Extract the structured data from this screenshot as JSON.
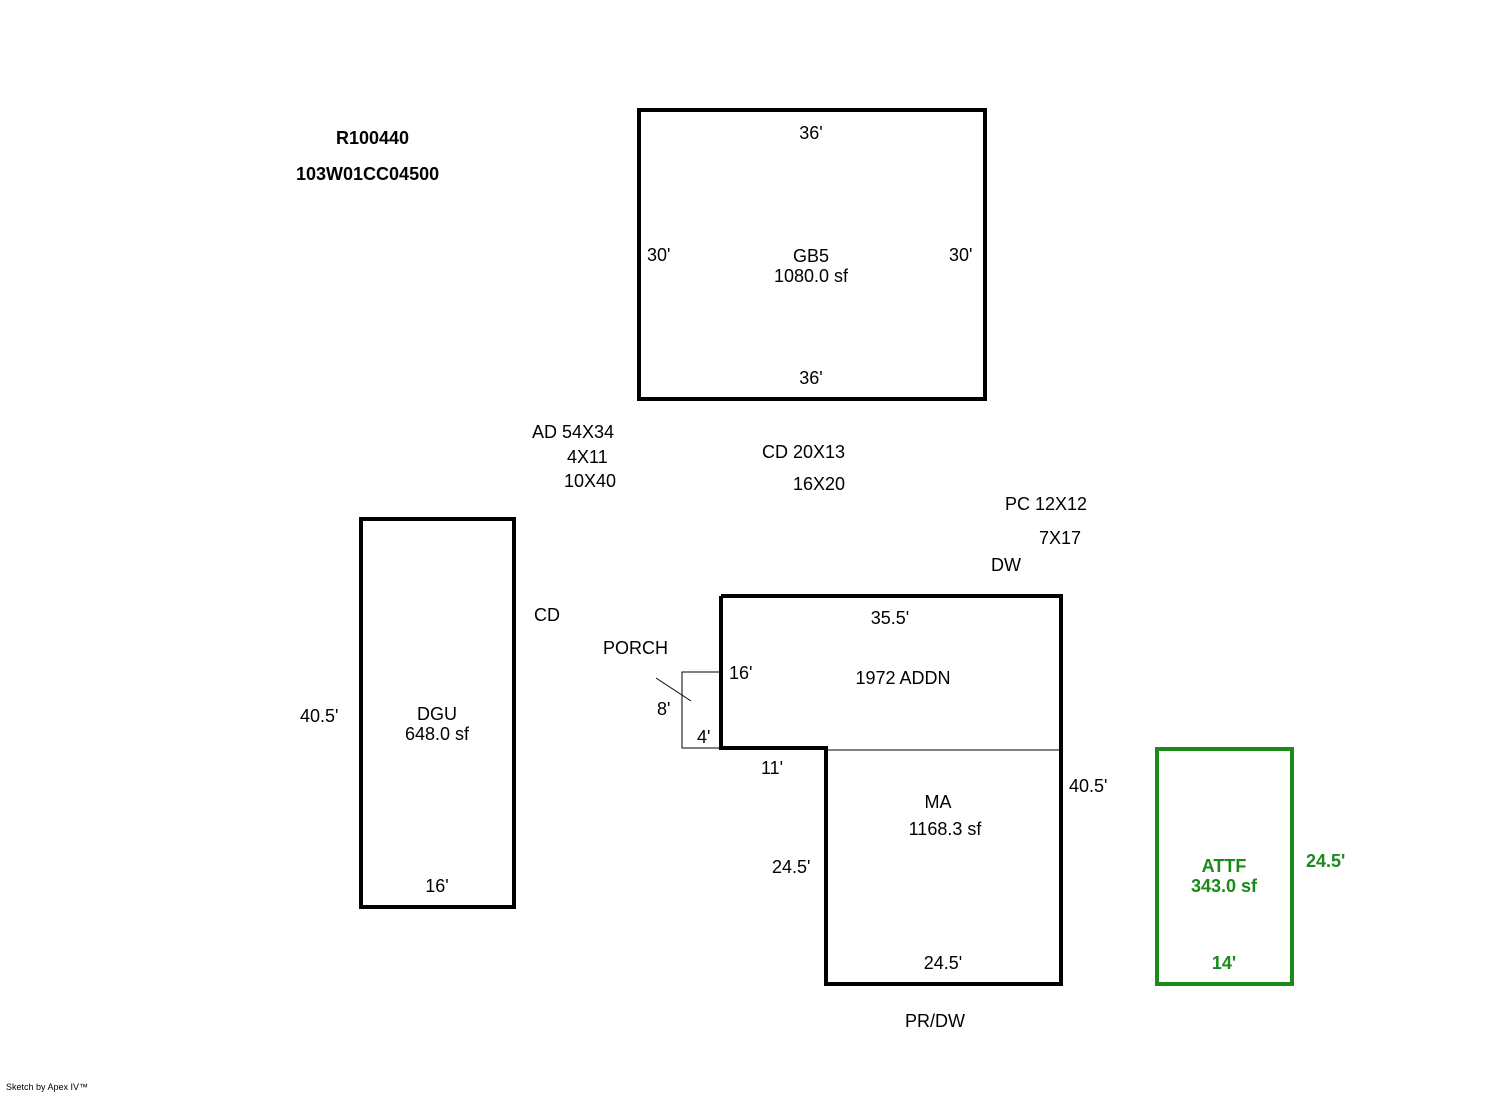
{
  "header": {
    "account": "R100440",
    "map_number": "103W01CC04500"
  },
  "gb5": {
    "name": "GB5",
    "area": "1080.0 sf",
    "top": "36'",
    "bottom": "36'",
    "left": "30'",
    "right": "30'"
  },
  "notes": {
    "ad_line1": "AD  54X34",
    "ad_line2": "4X11",
    "ad_line3": "10X40",
    "cd_line1": "CD 20X13",
    "cd_line2": "16X20",
    "pc_line1": "PC 12X12",
    "pc_line2": "7X17",
    "dw": "DW",
    "cd": "CD",
    "prdw": "PR/DW"
  },
  "dgu": {
    "name": "DGU",
    "area": "648.0 sf",
    "left": "40.5'",
    "bottom": "16'"
  },
  "porch": {
    "name": "PORCH",
    "height": "8'",
    "width": "4'"
  },
  "addn": {
    "name": "1972 ADDN",
    "top": "35.5'",
    "left": "16'",
    "notch": "11'"
  },
  "ma": {
    "name": "MA",
    "area": "1168.3 sf",
    "right": "40.5'",
    "left": "24.5'",
    "bottom": "24.5'"
  },
  "attf": {
    "name": "ATTF",
    "area": "343.0 sf",
    "right": "24.5'",
    "bottom": "14'"
  },
  "footer": {
    "credit": "Sketch by Apex IV™"
  },
  "colors": {
    "line": "#000000",
    "attf": "#1a8a1a"
  }
}
